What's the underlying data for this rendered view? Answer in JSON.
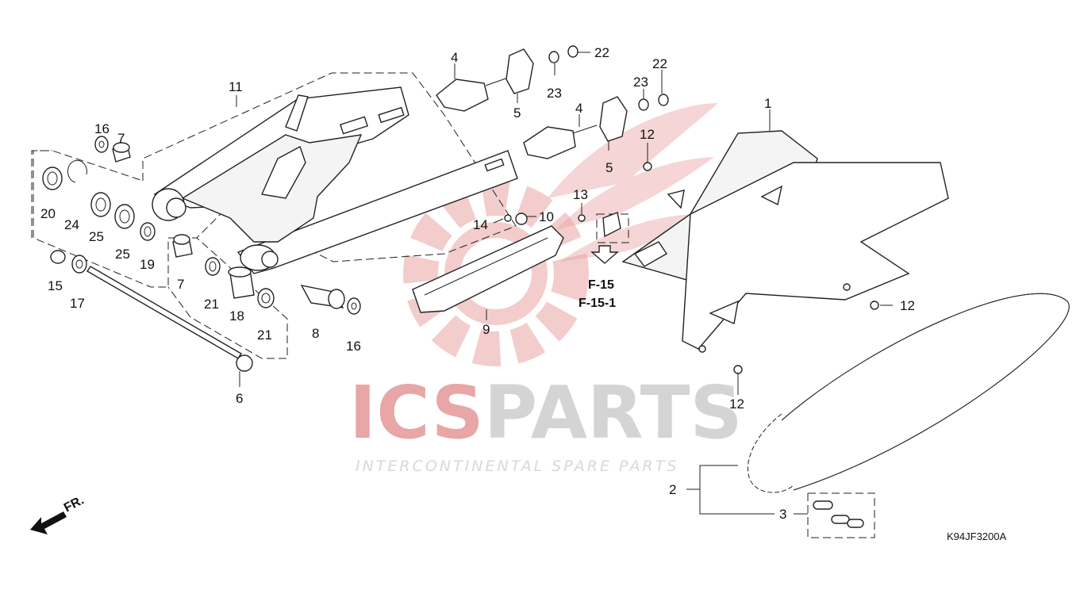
{
  "diagram": {
    "code": "K94JF3200A",
    "front_label": "FR.",
    "references": [
      "F-15",
      "F-15-1"
    ],
    "callouts": {
      "c1": "1",
      "c2": "2",
      "c3": "3",
      "c4a": "4",
      "c4b": "4",
      "c5a": "5",
      "c5b": "5",
      "c6": "6",
      "c7a": "7",
      "c7b": "7",
      "c8": "8",
      "c9": "9",
      "c10": "10",
      "c11": "11",
      "c12a": "12",
      "c12b": "12",
      "c12c": "12",
      "c13": "13",
      "c14": "14",
      "c15": "15",
      "c16a": "16",
      "c16b": "16",
      "c17": "17",
      "c18": "18",
      "c19": "19",
      "c20": "20",
      "c21a": "21",
      "c21b": "21",
      "c22a": "22",
      "c22b": "22",
      "c23a": "23",
      "c23b": "23",
      "c24": "24",
      "c25a": "25",
      "c25b": "25"
    }
  },
  "watermark": {
    "brand": "ICSPARTS",
    "tagline": "INTERCONTINENTAL SPARE PARTS",
    "colors": {
      "red": "#e8a6a6",
      "gray": "#d4d4d4"
    }
  }
}
